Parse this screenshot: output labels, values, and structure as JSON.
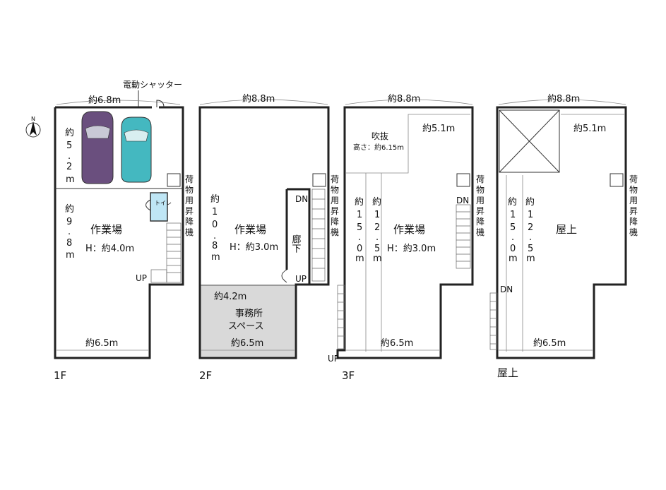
{
  "compass": {
    "north_label": "N"
  },
  "shutter_label": "電動シャッター",
  "lift_label_chars": [
    "荷",
    "物",
    "用",
    "昇",
    "降",
    "機"
  ],
  "floors": [
    {
      "label": "1F",
      "top_width": "約6.8m",
      "parking_depth_chars": [
        "約",
        "5",
        ".",
        "2",
        "m"
      ],
      "depth_chars": [
        "約",
        "9",
        ".",
        "8",
        "m"
      ],
      "room": "作業場",
      "height": "H：約4.0m",
      "toilet": "トイレ",
      "up": "UP",
      "bottom_width": "約6.5m"
    },
    {
      "label": "2F",
      "top_width": "約8.8m",
      "depth_chars": [
        "約",
        "1",
        "0",
        ".",
        "8",
        "m"
      ],
      "room": "作業場",
      "height": "H：約3.0m",
      "dn": "DN",
      "corridor": "廊下",
      "up": "UP",
      "office_width": "約4.2m",
      "office_line1": "事務所",
      "office_line2": "スペース",
      "bottom_width": "約6.5m"
    },
    {
      "label": "3F",
      "top_width": "約8.8m",
      "void_line1": "吹抜",
      "void_line2": "高さ：約6.15m",
      "side_width": "約5.1m",
      "depth_a_chars": [
        "約",
        "1",
        "5",
        ".",
        "0",
        "m"
      ],
      "depth_b_chars": [
        "約",
        "1",
        "2",
        ".",
        "5",
        "m"
      ],
      "room": "作業場",
      "height": "H：約3.0m",
      "dn": "DN",
      "up": "UP",
      "bottom_width": "約6.5m"
    },
    {
      "label": "屋上",
      "top_width": "約8.8m",
      "side_width": "約5.1m",
      "depth_a_chars": [
        "約",
        "1",
        "5",
        ".",
        "0",
        "m"
      ],
      "depth_b_chars": [
        "約",
        "1",
        "2",
        ".",
        "5",
        "m"
      ],
      "room": "屋上",
      "dn": "DN",
      "bottom_width": "約6.5m"
    }
  ],
  "colors": {
    "car_purple": "#6a4f7e",
    "car_teal": "#44b8c0",
    "toilet_blue": "#bfe6f5",
    "office_gray": "#d9d9d9"
  }
}
